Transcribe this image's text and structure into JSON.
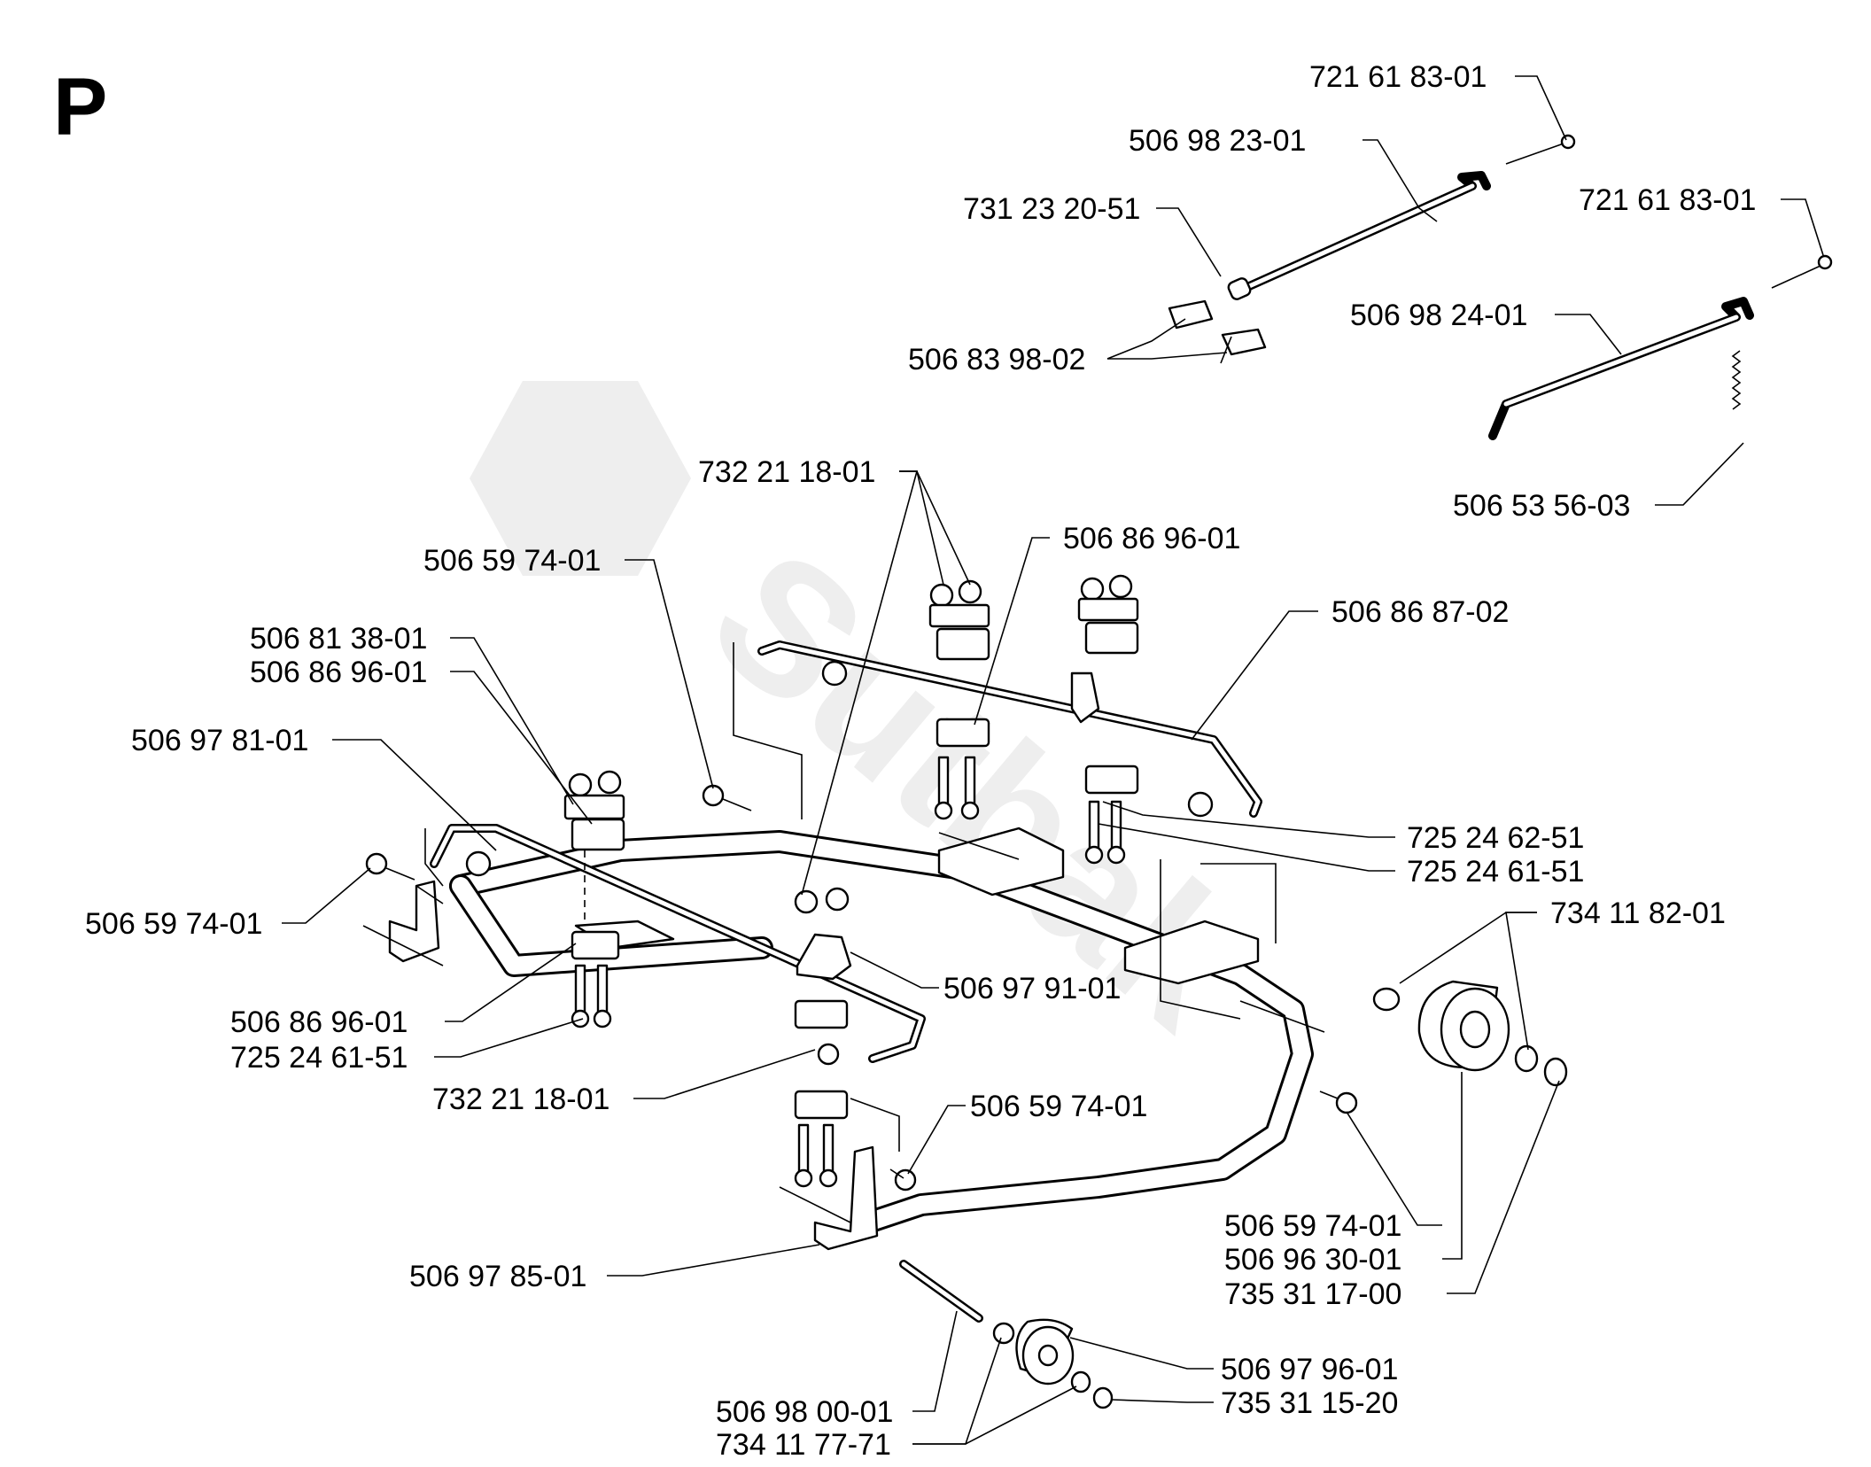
{
  "section": "P",
  "watermark": "Sutbak",
  "labels": [
    "721 61 83-01",
    "506 98 23-01",
    "731 23 20-51",
    "721 61 83-01",
    "506 98 24-01",
    "506 83 98-02",
    "506 53 56-03",
    "732 21 18-01",
    "506 86 96-01",
    "506 59 74-01",
    "506 86 87-02",
    "506 81 38-01",
    "506 86 96-01",
    "506 97 81-01",
    "725 24 62-51",
    "725 24 61-51",
    "734 11 82-01",
    "506 59 74-01",
    "506 97 91-01",
    "506 86 96-01",
    "725 24 61-51",
    "732 21 18-01",
    "506 59 74-01",
    "506 59 74-01",
    "506 96 30-01",
    "735 31 17-00",
    "506 97 85-01",
    "506 97 96-01",
    "506 98 00-01",
    "735 31 15-20",
    "734 11 77-71"
  ]
}
